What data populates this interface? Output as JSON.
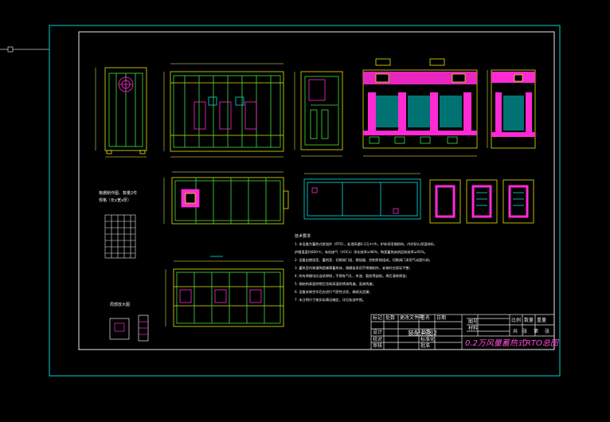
{
  "colors": {
    "background": "#000000",
    "sheet_frame": "#00d0d0",
    "drawing_border": "#e8e8e8",
    "geometry_yellow": "#e6e600",
    "geometry_green": "#40e040",
    "geometry_cyan": "#00e0e0",
    "highlight_magenta": "#ff2ad4",
    "dimension_yellow": "#ffff66"
  },
  "views": {
    "grid_panel_label": "格栅制作图、数量2件",
    "grid_panel_sublabel": "规格（长x宽x厚）",
    "detail_label": "局部放大图",
    "notes_heading": "技术要求"
  },
  "notes_lines": [
    "1. 本设备为蓄热式焚烧炉（RTO），处理风量0.2万m³/h，炉体采用钢结构，内衬耐火保温材料，",
    "炉膛温度约800℃，有机废气（VOCs）净化效率≥98%；陶瓷蓄热体热回收效率≥95%。",
    "2. 设备由燃烧室、蓄热室、切换阀门组、燃烧器、控制系统组成，切换阀门采用气动提升阀，",
    "3. 蓄热室内装填陶瓷蜂窝蓄热体，格栅板采用不锈钢制作，安装时应保证平整；",
    "4. 所有焊缝均应连续焊接，不得有气孔、夹渣、裂纹等缺陷，焊后清除焊渣；",
    "5. 钢结构表面除锈后涂耐高温防锈漆两遍，面漆两遍；",
    "6. 设备安装完毕后应进行气密性试验，确保无泄漏；",
    "7. 未注明尺寸按实际情况确定，详见各部件图。"
  ],
  "title_block": {
    "drawing_name": "0.2万风量蓄热式RTO总图",
    "sheet_title": "装配总图2",
    "left_headers": [
      "标记",
      "处数",
      "更改文件号",
      "签名",
      "日期"
    ],
    "role_labels": [
      "设计",
      "校对",
      "审核",
      "工艺",
      "标准化",
      "批准"
    ],
    "right_headers": [
      "图号",
      "材料",
      "比例",
      "数量",
      "重量"
    ],
    "right_labels": [
      "共",
      "张",
      "第",
      "张"
    ]
  }
}
